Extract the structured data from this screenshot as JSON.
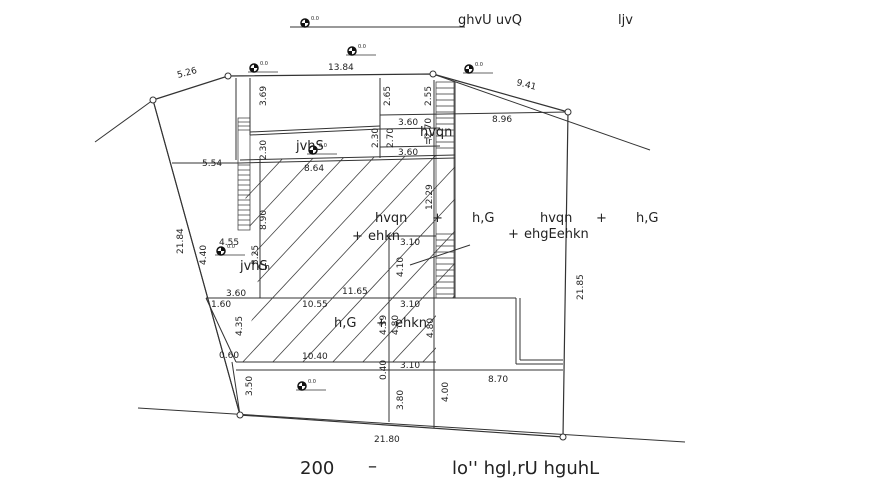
{
  "header": {
    "left": "ghvU uvQ",
    "right": "ljv"
  },
  "footer": {
    "number": "200",
    "dash": "–",
    "text": "lo'' hgl,rU hguhL"
  },
  "markers": {
    "level": "0.0"
  },
  "room_labels": {
    "top_room": "jvhS",
    "stair_label": "hvqn",
    "stair_label_sub": "Tr",
    "center_left": "hvqn",
    "center_plus": "+",
    "center_hg": "h,G",
    "center_sub": "ehkn",
    "right_hvqn": "hvqn",
    "right_hg": "h,G",
    "right_sub": "ehgEehkn",
    "left_room": "jvhS",
    "left_room_sub": "Ch",
    "bottom_hg": "h,G",
    "bottom_sub": "ehkn"
  },
  "dimensions": {
    "top_left": "5.26",
    "top_mid": "13.84",
    "top_right": "9.41",
    "d369": "3.69",
    "d265": "2.65",
    "d255": "2.55",
    "d360a": "3.60",
    "d896": "8.96",
    "d230a": "2.30",
    "d270a": "2.70",
    "d270b": "2.70",
    "d230b": "2.30",
    "d360b": "3.60",
    "d554": "5.54",
    "d864": "8.64",
    "d1229": "12.29",
    "d890": "8.90",
    "d2184": "21.84",
    "d455": "4.55",
    "d440": "4.40",
    "d525": "5.25",
    "d310a": "3.10",
    "d410": "4.10",
    "d2185": "21.85",
    "d360c": "3.60",
    "d1165": "11.65",
    "d160": "1.60",
    "d1055": "10.55",
    "d310b": "3.10",
    "d435": "4.35",
    "d439": "4.39",
    "d480a": "4.80",
    "d480b": "4.80",
    "d060": "0.60",
    "d1040": "10.40",
    "d040": "0.40",
    "d310c": "3.10",
    "d870": "8.70",
    "d350": "3.50",
    "d380": "3.80",
    "d400": "4.00",
    "d2180": "21.80"
  }
}
